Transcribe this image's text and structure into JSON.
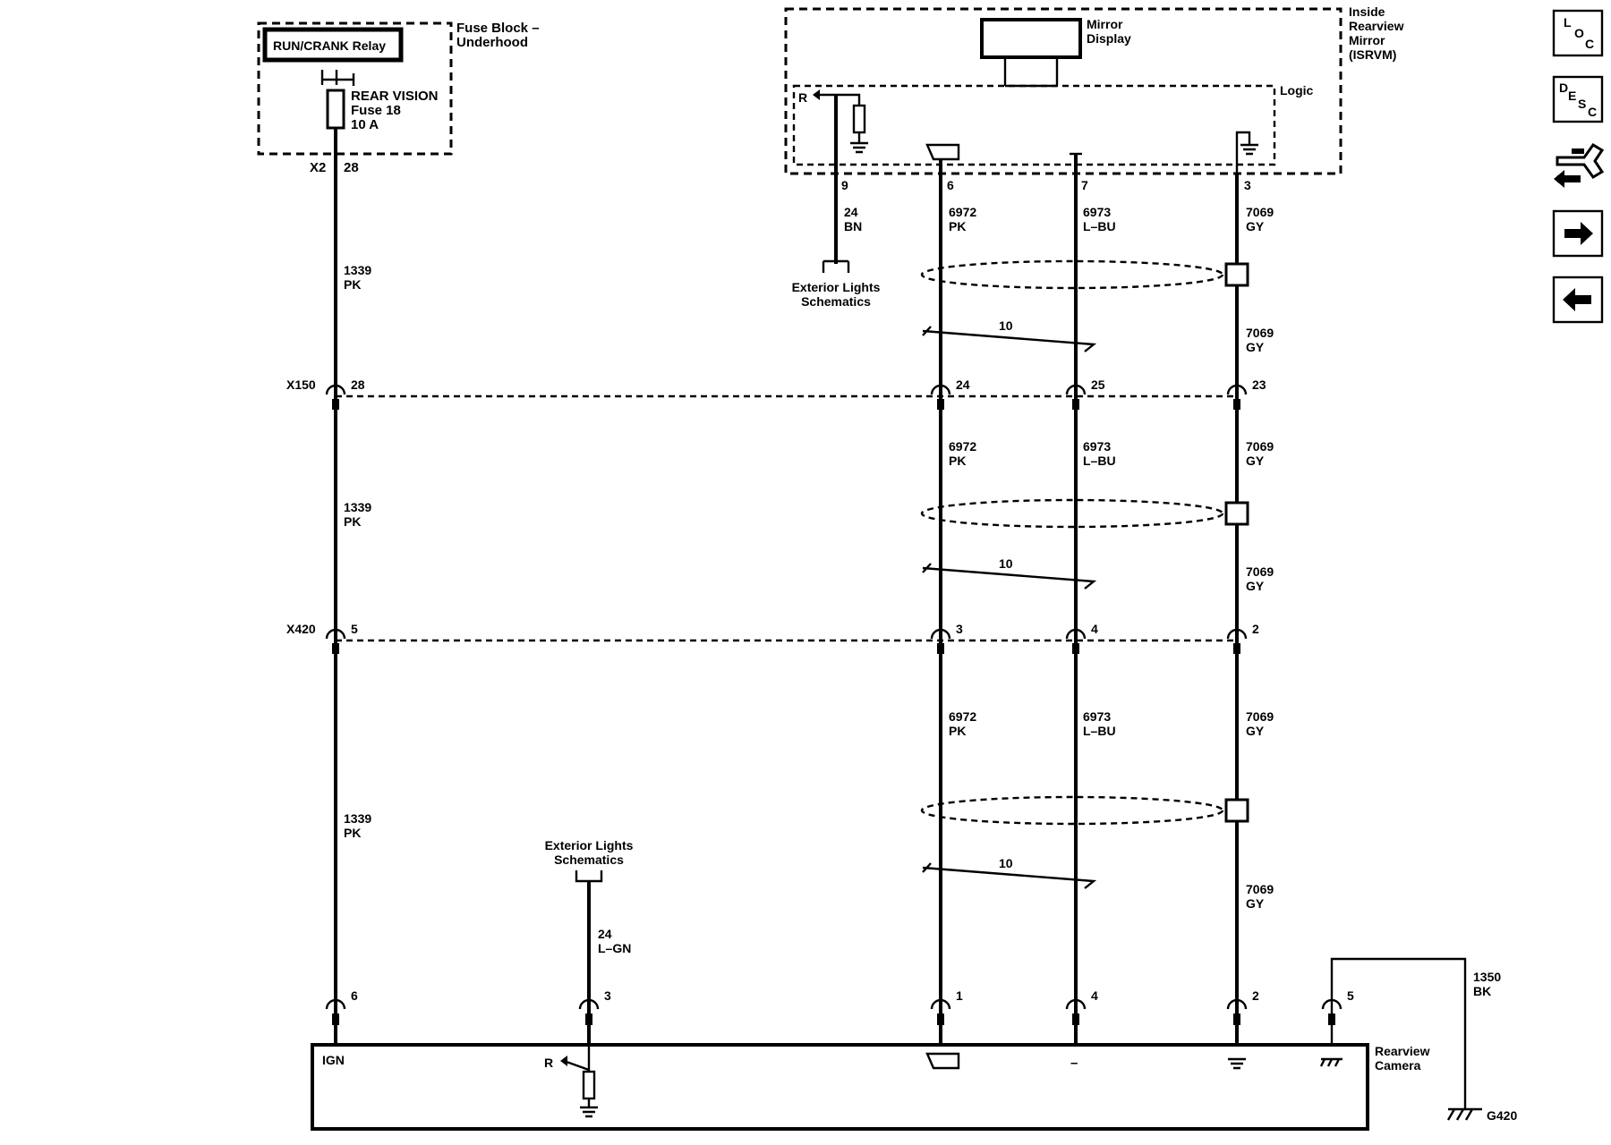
{
  "fuse_block": {
    "title_line1": "Fuse Block –",
    "title_line2": "Underhood",
    "relay_label": "RUN/CRANK Relay",
    "fuse_line1": "REAR VISION",
    "fuse_line2": "Fuse 18",
    "fuse_line3": "10 A",
    "connector": "X2",
    "pin": "28"
  },
  "mirror_module": {
    "title_line1": "Inside",
    "title_line2": "Rearview",
    "title_line3": "Mirror",
    "title_line4": "(ISRVM)",
    "display_line1": "Mirror",
    "display_line2": "Display",
    "logic_label": "Logic",
    "r_label": "R",
    "pins": [
      "9",
      "6",
      "7",
      "3"
    ]
  },
  "exterior_lights_top": {
    "line1": "Exterior Lights",
    "line2": "Schematics",
    "circuit": "24",
    "color": "BN"
  },
  "exterior_lights_bottom": {
    "line1": "Exterior Lights",
    "line2": "Schematics",
    "circuit": "24",
    "color": "L–GN"
  },
  "wires": {
    "ign_circuit": "1339",
    "ign_color": "PK",
    "sig_circuit": "6972",
    "sig_color": "PK",
    "lo_circuit": "6973",
    "lo_color": "L–BU",
    "drain_circuit": "7069",
    "drain_color": "GY",
    "twist_label": "10",
    "ground_circuit": "1350",
    "ground_color": "BK"
  },
  "x150": {
    "name": "X150",
    "pins": [
      "28",
      "24",
      "25",
      "23"
    ]
  },
  "x420": {
    "name": "X420",
    "pins": [
      "5",
      "3",
      "4",
      "2"
    ]
  },
  "camera": {
    "title_line1": "Rearview",
    "title_line2": "Camera",
    "ign_label": "IGN",
    "r_label": "R",
    "minus_label": "–",
    "pins": [
      "6",
      "3",
      "1",
      "4",
      "2",
      "5"
    ]
  },
  "ground": {
    "name": "G420"
  },
  "nav": {
    "loc": {
      "l1": "L",
      "l2": "O",
      "l3": "C"
    },
    "desc": {
      "l1": "D",
      "l2": "E",
      "l3": "S",
      "l4": "C"
    },
    "icons": [
      "loc-icon",
      "desc-icon",
      "connector-repair-icon",
      "arrow-right-icon",
      "arrow-left-icon"
    ]
  }
}
